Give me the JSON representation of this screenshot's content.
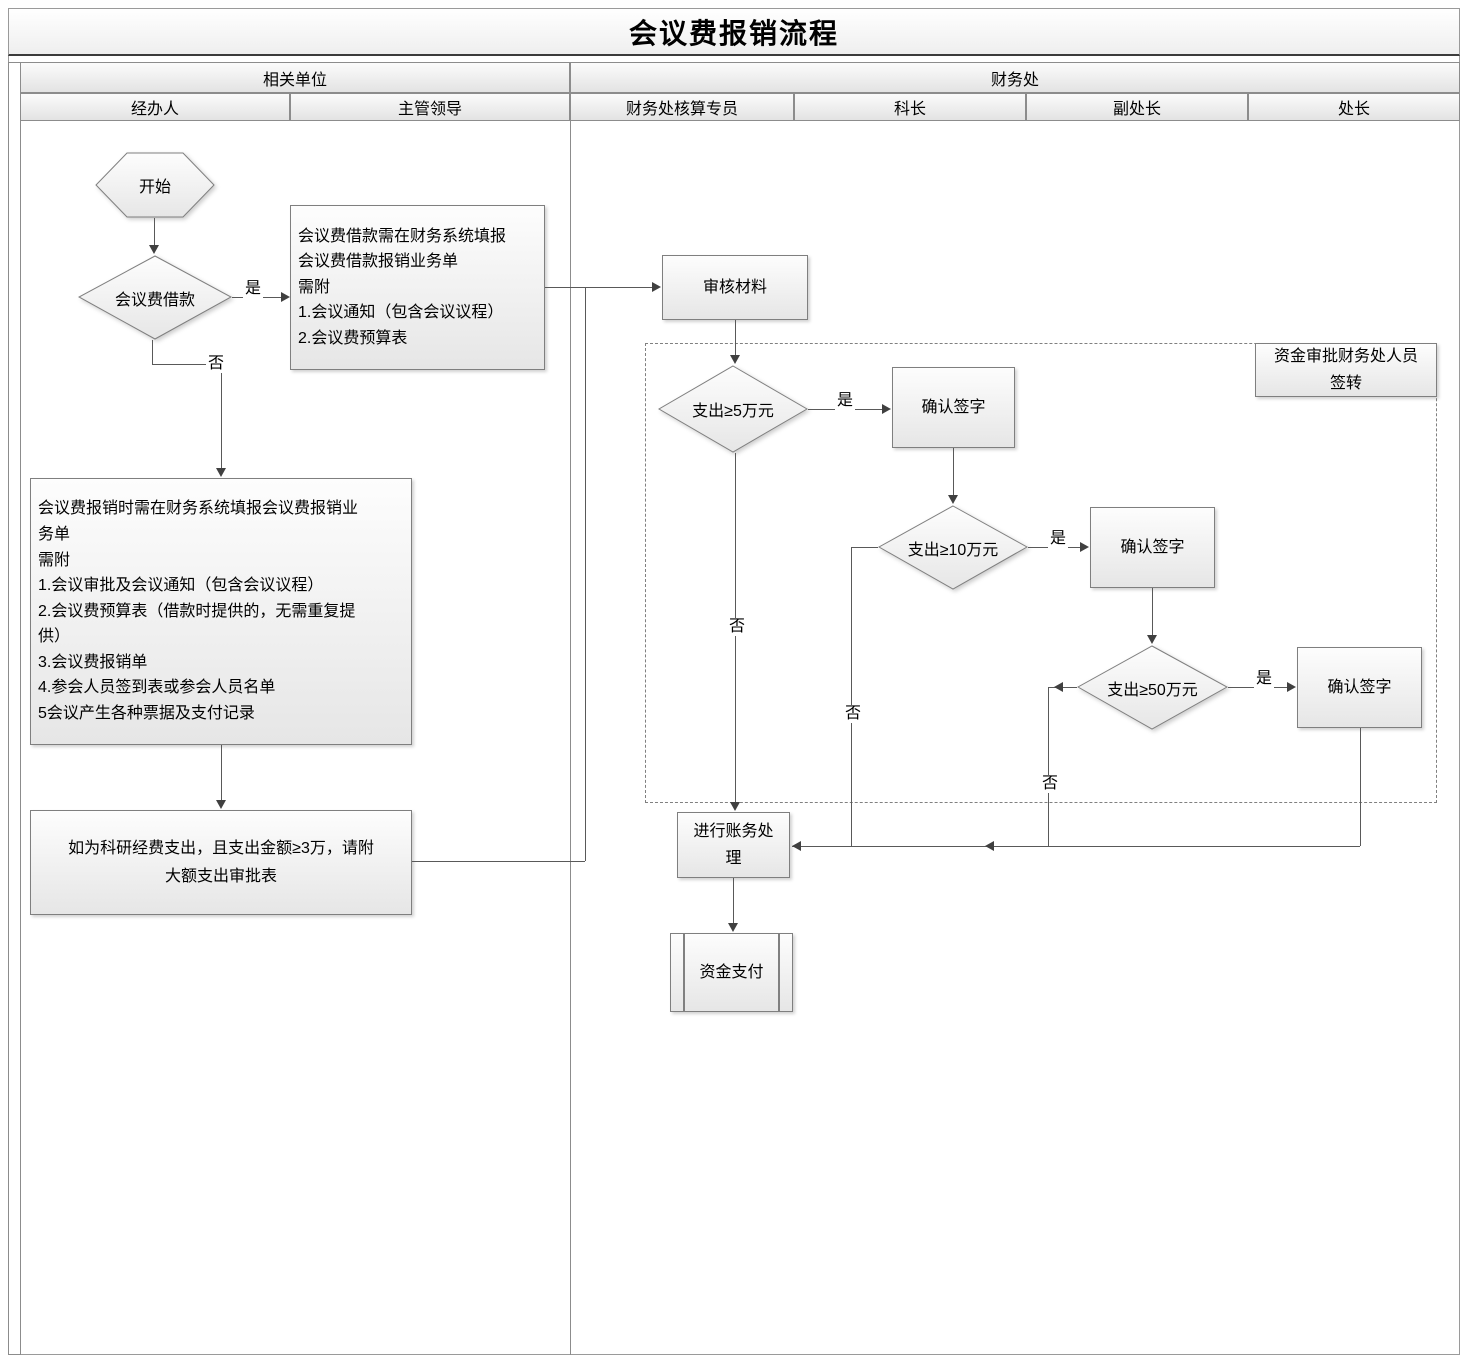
{
  "title": "会议费报销流程",
  "lanes": {
    "groups": [
      {
        "label": "相关单位"
      },
      {
        "label": "财务处"
      }
    ],
    "columns": [
      {
        "label": "经办人"
      },
      {
        "label": "主管领导"
      },
      {
        "label": "财务处核算专员"
      },
      {
        "label": "科长"
      },
      {
        "label": "副处长"
      },
      {
        "label": "处长"
      }
    ]
  },
  "nodes": {
    "start": {
      "shape": "hexagon",
      "label": "开始"
    },
    "loan_decision": {
      "shape": "diamond",
      "label": "会议费借款"
    },
    "loan_note": {
      "shape": "rect",
      "label": "会议费借款需在财务系统填报\n会议费借款报销业务单\n需附\n1.会议通知（包含会议议程）\n2.会议费预算表"
    },
    "reimburse_note": {
      "shape": "rect",
      "label": "会议费报销时需在财务系统填报会议费报销业\n务单\n需附\n1.会议审批及会议通知（包含会议议程）\n2.会议费预算表（借款时提供的，无需重复提\n供）\n3.会议费报销单\n4.参会人员签到表或参会人员名单\n5会议产生各种票据及支付记录"
    },
    "research_note": {
      "shape": "rect",
      "label": "如为科研经费支出，且支出金额≥3万，请附\n大额支出审批表"
    },
    "review": {
      "shape": "rect",
      "label": "审核材料"
    },
    "ge_5w": {
      "shape": "diamond",
      "label": "支出≥5万元"
    },
    "sign_1": {
      "shape": "rect",
      "label": "确认签字"
    },
    "ge_10w": {
      "shape": "diamond",
      "label": "支出≥10万元"
    },
    "sign_2": {
      "shape": "rect",
      "label": "确认签字"
    },
    "ge_50w": {
      "shape": "diamond",
      "label": "支出≥50万元"
    },
    "sign_3": {
      "shape": "rect",
      "label": "确认签字"
    },
    "accounting": {
      "shape": "rect",
      "label": "进行账务处\n理"
    },
    "payment": {
      "shape": "predefined-process",
      "label": "资金支付"
    },
    "approval_note": {
      "shape": "rect",
      "label": "资金审批财务处人员\n签转"
    }
  },
  "edge_labels": {
    "yes": "是",
    "no": "否"
  },
  "colors": {
    "connector": "#595959",
    "shape_border": "#7f7f7f",
    "shape_fill_top": "#fdfdfd",
    "shape_fill_bottom": "#e6e6e6",
    "lane_border": "#8c8c8c"
  }
}
